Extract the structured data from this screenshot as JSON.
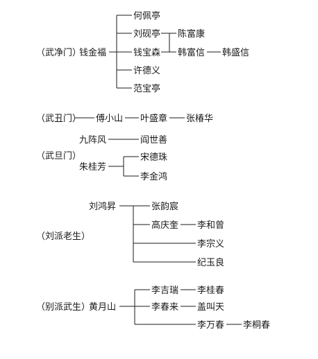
{
  "groups": {
    "wujing": {
      "label": "（武净门）",
      "root": "钱金福",
      "children": [
        "何佩亭",
        "刘砚亭",
        "钱宝森",
        "许德义",
        "范宝亭"
      ],
      "grandchildren": [
        "陈富康",
        "韩富信"
      ],
      "great_grandchild": "韩盛信"
    },
    "wuchou": {
      "label": "（武丑门）",
      "chain": [
        "傅小山",
        "叶盛章",
        "张椿华"
      ]
    },
    "wudan": {
      "label": "（武旦门）",
      "pair1": [
        "九阵风",
        "阎世善"
      ],
      "root2": "朱桂芳",
      "children2": [
        "宋德珠",
        "李金鸿"
      ]
    },
    "liupai": {
      "label": "（刘派老生）",
      "root": "刘鸿昇",
      "children": [
        "张韵宸",
        "高庆奎",
        "李宗义",
        "纪玉良"
      ],
      "grandchild": "李和曾"
    },
    "biepai": {
      "label": "（别派武生）",
      "root": "黄月山",
      "children": [
        "李吉瑞",
        "李春来",
        "李万春"
      ],
      "grandchildren": [
        "李桂春",
        "盖叫天",
        "李桐春"
      ]
    }
  }
}
